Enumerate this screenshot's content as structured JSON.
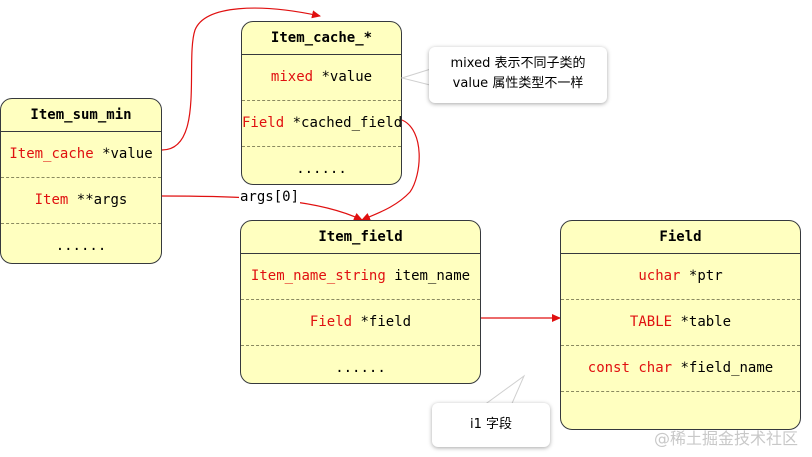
{
  "boxes": {
    "sum_min": {
      "title": "Item_sum_min",
      "rows": [
        {
          "type": "Item_cache",
          "rest": " *value"
        },
        {
          "type": "Item",
          "rest": " **args"
        },
        {
          "type": "",
          "rest": "......"
        }
      ]
    },
    "cache": {
      "title": "Item_cache_*",
      "rows": [
        {
          "type": "mixed",
          "rest": " *value"
        },
        {
          "type": "Field",
          "rest": " *cached_field"
        },
        {
          "type": "",
          "rest": "......"
        }
      ]
    },
    "item_field": {
      "title": "Item_field",
      "rows": [
        {
          "type": "Item_name_string",
          "rest": " item_name"
        },
        {
          "type": "Field",
          "rest": " *field"
        },
        {
          "type": "",
          "rest": "......"
        }
      ]
    },
    "field": {
      "title": "Field",
      "rows": [
        {
          "type": "uchar",
          "rest": " *ptr"
        },
        {
          "type": "TABLE",
          "rest": " *table"
        },
        {
          "type": "const char",
          "rest": " *field_name"
        },
        {
          "type": "",
          "rest": ""
        }
      ]
    }
  },
  "callouts": {
    "mixed_note_line1": "mixed 表示不同子类的",
    "mixed_note_line2": "value 属性类型不一样",
    "i1_note": "i1 字段"
  },
  "edge_label_args0": "args[0]",
  "watermark": "@稀土掘金技术社区",
  "colors": {
    "box_fill": "#ffffc0",
    "type_text": "#e01010",
    "arrow": "#e01010"
  }
}
